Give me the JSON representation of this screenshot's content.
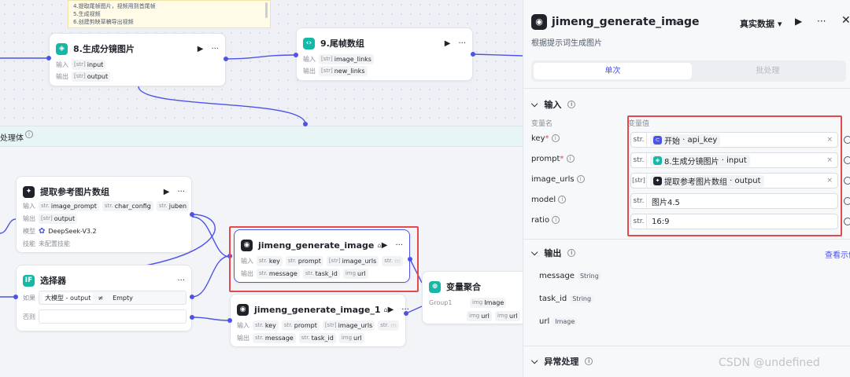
{
  "note": {
    "lines": [
      "4.提取尾帧图片，视频用到首尾帧",
      "5.生成视频",
      "6.创建剪映草稿导出视频"
    ]
  },
  "loop": {
    "title": "处理体"
  },
  "labels": {
    "in": "输入",
    "out": "输出",
    "model": "模型",
    "skill": "技能",
    "if": "如果",
    "else": "否则",
    "group1": "Group1"
  },
  "types": {
    "str": "str.",
    "arr": "[str]",
    "img": "img"
  },
  "nodes": {
    "n8": {
      "title": "8.生成分镜图片",
      "inputs": [
        "input"
      ],
      "outputs": [
        "output"
      ]
    },
    "n9": {
      "title": "9.尾帧数组",
      "inputs": [
        "image_links"
      ],
      "outputs": [
        "new_links"
      ]
    },
    "extract": {
      "title": "提取参考图片数组",
      "inputs": [
        "image_prompt",
        "char_config",
        "juben"
      ],
      "outputs": [
        "output"
      ],
      "model": "DeepSeek-V3.2",
      "skill": "未配置技能"
    },
    "selector": {
      "title": "选择器",
      "cond_left": "大模型 - output",
      "cond_op": "≠",
      "cond_right": "Empty"
    },
    "jimeng1": {
      "title": "jimeng_generate_image",
      "inputs": [
        "key",
        "prompt",
        "image_urls",
        "m"
      ],
      "outputs": [
        "message",
        "task_id",
        "url"
      ]
    },
    "jimeng2": {
      "title": "jimeng_generate_image_1",
      "inputs": [
        "key",
        "prompt",
        "image_urls",
        "m"
      ],
      "outputs": [
        "message",
        "task_id",
        "url"
      ]
    },
    "agg": {
      "title": "变量聚合",
      "outputs": [
        "Image",
        "url",
        "url"
      ]
    }
  },
  "panel": {
    "title": "jimeng_generate_image",
    "subtitle": "根据提示词生成图片",
    "mode": "真实数据",
    "tabs": [
      "单次",
      "批处理"
    ],
    "input_section": "输入",
    "col_name": "变量名",
    "col_value": "变量值",
    "params": [
      {
        "name": "key",
        "required": true,
        "type": "str.",
        "ref_node": "开始",
        "ref_var": "api_key",
        "icon_color": "#4d53e8"
      },
      {
        "name": "prompt",
        "required": true,
        "type": "str.",
        "ref_node": "8.生成分镜图片",
        "ref_var": "input",
        "icon_color": "#14b8a6"
      },
      {
        "name": "image_urls",
        "required": false,
        "type": "[str]",
        "ref_node": "提取参考图片数组",
        "ref_var": "output",
        "icon_color": "#1f2329"
      },
      {
        "name": "model",
        "required": false,
        "type": "str.",
        "value": "图片4.5"
      },
      {
        "name": "ratio",
        "required": false,
        "type": "str.",
        "value": "16:9"
      }
    ],
    "output_section": "输出",
    "view_example": "查看示例",
    "outputs": [
      {
        "name": "message",
        "type": "String"
      },
      {
        "name": "task_id",
        "type": "String"
      },
      {
        "name": "url",
        "type": "Image"
      }
    ],
    "error_section": "异常处理"
  },
  "watermark": "CSDN @undefined"
}
